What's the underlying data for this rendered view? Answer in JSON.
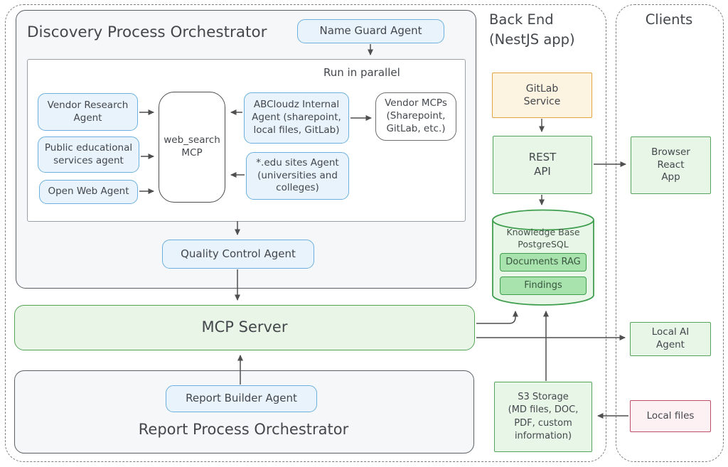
{
  "palette": {
    "blue_fill": "#e9f3fc",
    "blue_border": "#6cb0dd",
    "green_fill": "#e8f6e8",
    "green_border": "#55a35c",
    "green_inner_fill": "#a8e3ad",
    "green_inner_border": "#3f9e4d",
    "orange_fill": "#fcf3e1",
    "orange_border": "#e4a33d",
    "pink_fill": "#fdf1f4",
    "pink_border": "#bf4c68",
    "container_fill": "#f6f7f9",
    "container_border": "#5b5f66",
    "arrow_color": "#4f4f4f",
    "text_color": "#43474c"
  },
  "discovery": {
    "title": "Discovery Process Orchestrator",
    "name_guard": "Name Guard Agent",
    "parallel": {
      "label": "Run in parallel",
      "vendor_research": "Vendor Research\nAgent",
      "public_edu": "Public educational\nservices agent",
      "open_web": "Open Web Agent",
      "web_search": "web_search\nMCP",
      "abcloudz": "ABCloudz Internal\nAgent (sharepoint,\nlocal files, GitLab)",
      "edu_sites": "*.edu sites Agent\n(universities and\ncolleges)",
      "vendor_mcps": "Vendor MCPs\n(Sharepoint,\nGitLab, etc.)"
    },
    "quality_control": "Quality Control Agent"
  },
  "mcp_server": "MCP Server",
  "report": {
    "title": "Report Process Orchestrator",
    "report_builder": "Report Builder Agent"
  },
  "backend": {
    "title": "Back End\n(NestJS app)",
    "gitlab": "GitLab\nService",
    "rest_api": "REST\nAPI",
    "knowledge_base": {
      "title": "Knowledge Base\nPostgreSQL",
      "documents_rag": "Documents RAG",
      "findings": "Findings"
    },
    "s3": "S3 Storage\n(MD files, DOC,\nPDF, custom\ninformation)"
  },
  "clients": {
    "title": "Clients",
    "browser_app": "Browser\nReact\nApp",
    "local_ai": "Local AI\nAgent",
    "local_files": "Local files"
  }
}
